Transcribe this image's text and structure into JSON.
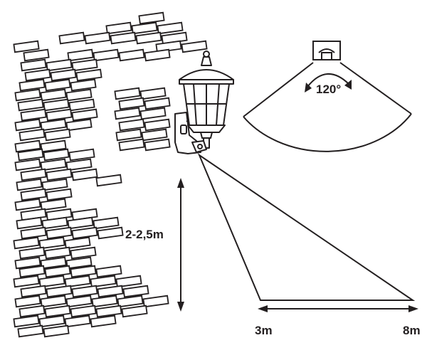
{
  "diagram": {
    "angle_label": "120°",
    "height_label": "2-2,5m",
    "near_label": "3m",
    "far_label": "8m"
  },
  "colors": {
    "line": "#231f20",
    "background": "#ffffff"
  },
  "icons": [
    "brick-wall-icon",
    "lantern-icon",
    "pir-sensor-icon"
  ]
}
